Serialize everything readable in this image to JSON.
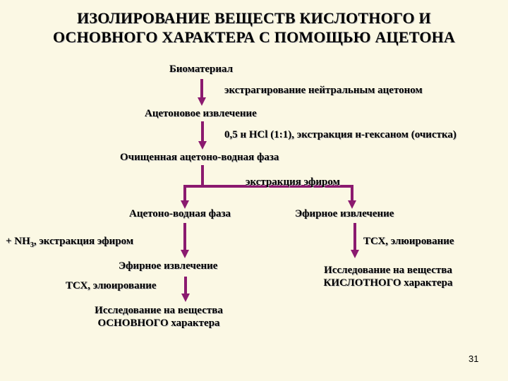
{
  "title": {
    "line1": "ИЗОЛИРОВАНИЕ ВЕЩЕСТВ КИСЛОТНОГО И",
    "line2": "ОСНОВНОГО ХАРАКТЕРА С ПОМОЩЬЮ АЦЕТОНА"
  },
  "nodes": {
    "biomaterial": "Биоматериал",
    "acetone_extract": "Ацетоновое извлечение",
    "purified_phase": "Очищенная ацетоно-водная фаза",
    "aqueous_phase": "Ацетоно-водная фаза",
    "ether_extract_right": "Эфирное извлечение",
    "ether_extract_left": "Эфирное извлечение",
    "acid_study_line1": "Исследование на вещества",
    "acid_study_line2": "КИСЛОТНОГО характера",
    "base_study_line1": "Исследование на вещества",
    "base_study_line2": "ОСНОВНОГО характера"
  },
  "steps": {
    "neutral_acetone": "экстрагирование нейтральным ацетоном",
    "hcl_hexane": "0,5 н HCl (1:1), экстракция н-гексаном (очистка)",
    "ether_extraction": "экстракция эфиром",
    "nh3_prefix": "+ NH",
    "nh3_sub": "3",
    "nh3_suffix": ", экстракция эфиром",
    "tlc_right": "ТСХ, элюирование",
    "tlc_left": "ТСХ, элюирование"
  },
  "colors": {
    "arrow": "#8b1a6f",
    "background": "#fbf8e4"
  },
  "page_number": "31"
}
